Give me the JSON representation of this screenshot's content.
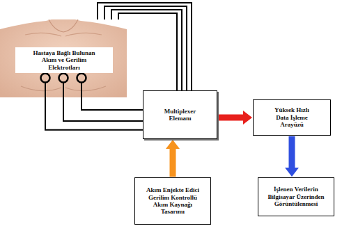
{
  "diagram": {
    "nodes": [
      {
        "text": [
          "Hastaya Bağlı Bulunan Akım ve Gerilim Elektrotları"
        ]
      },
      {
        "text": [
          "Multiplexer Elemanı"
        ]
      },
      {
        "text": [
          "Yüksek Hızlı Data İşleme Arayüzü"
        ]
      },
      {
        "text": [
          "Akım Enjekte Edici Gerilim Kontrollü Akım Kaynağı Tasarımı"
        ]
      },
      {
        "text": [
          "İşlenen Verilerin Bilgisayar Üzerinden Görüntülenmesi"
        ]
      }
    ],
    "edges": [
      {
        "from": 0,
        "to": 1,
        "arrow": "none"
      },
      {
        "from": 0,
        "to": 1,
        "arrow": "none"
      },
      {
        "from": 0,
        "to": 1,
        "arrow": "none"
      },
      {
        "from": 0,
        "to": 1,
        "arrow": "none"
      },
      {
        "from": 0,
        "to": 1,
        "arrow": "none"
      },
      {
        "from": 0,
        "to": 1,
        "arrow": "none"
      },
      {
        "from": 0,
        "to": 1,
        "arrow": "none"
      },
      {
        "from": 1,
        "to": 2,
        "arrow": "to"
      },
      {
        "from": 3,
        "to": 1,
        "arrow": "to"
      },
      {
        "from": 2,
        "to": 4,
        "arrow": "to"
      }
    ]
  }
}
